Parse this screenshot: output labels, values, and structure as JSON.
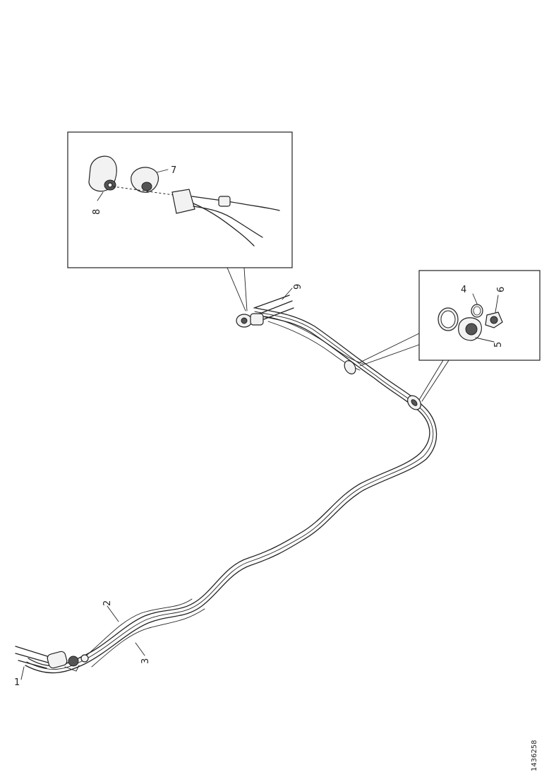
{
  "callouts": {
    "c1": "1",
    "c2": "2",
    "c3": "3",
    "c4": "4",
    "c5": "5",
    "c6": "6",
    "c7": "7",
    "c8": "8",
    "c9": "9"
  },
  "figure_id": "1436258"
}
